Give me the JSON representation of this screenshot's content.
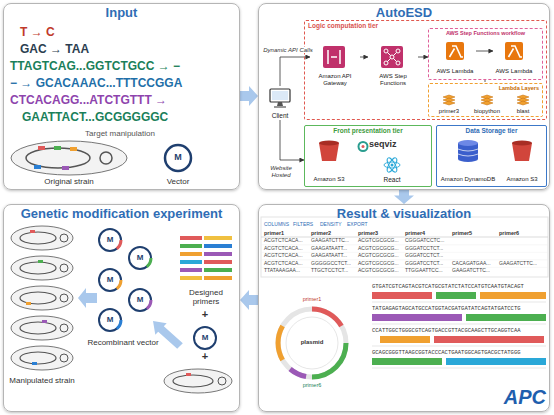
{
  "diagram": {
    "nodes": [
      {
        "text": [
          "Input"
        ]
      },
      {
        "text": [
          "AutoESD"
        ]
      },
      {
        "text": [
          "Result & visualization"
        ]
      },
      {
        "text": [
          "Genetic modification experiment"
        ]
      },
      {
        "text": [
          "Client"
        ],
        "in": 1
      },
      {
        "text": [
          "Logic computation tier"
        ],
        "in": 1
      },
      {
        "text": [
          "Amazon API Gateway"
        ],
        "in": 5
      },
      {
        "text": [
          "AWS Step Functions"
        ],
        "in": 5
      },
      {
        "text": [
          "AWS Step Functions workflow"
        ],
        "in": 5
      },
      {
        "text": [
          "AWS Lambda"
        ],
        "in": 8
      },
      {
        "text": [
          "AWS Lambda"
        ],
        "in": 8
      },
      {
        "text": [
          "Lambda Layers"
        ],
        "in": 5
      },
      {
        "text": [
          "primer3"
        ],
        "in": 11
      },
      {
        "text": [
          "biopython"
        ],
        "in": 11
      },
      {
        "text": [
          "blast"
        ],
        "in": 11
      },
      {
        "text": [
          "Front presentation tier"
        ],
        "in": 1
      },
      {
        "text": [
          "Amazon S3"
        ],
        "in": 15
      },
      {
        "text": [
          "seqviz"
        ],
        "in": 15
      },
      {
        "text": [
          "React"
        ],
        "in": 15
      },
      {
        "text": [
          "Data Storage tier"
        ],
        "in": 1
      },
      {
        "text": [
          "Amazon DynamoDB"
        ],
        "in": 19
      },
      {
        "text": [
          "Amazon S3"
        ],
        "in": 19
      }
    ],
    "edges": [
      {
        "from": 0,
        "to": 1,
        "arrow": "to"
      },
      {
        "from": 1,
        "to": 2,
        "arrow": "to"
      },
      {
        "from": 2,
        "to": 3,
        "arrow": "to"
      },
      {
        "from": 4,
        "to": 6,
        "label": "Dynamic API Calls",
        "arrow": "to"
      },
      {
        "from": 6,
        "to": 7,
        "arrow": "to"
      },
      {
        "from": 7,
        "to": 8,
        "arrow": "to"
      },
      {
        "from": 9,
        "to": 10,
        "arrow": "to"
      },
      {
        "from": 4,
        "to": 15,
        "label": "Website Hosted",
        "arrow": "to"
      },
      {
        "from": 8,
        "to": 11,
        "arrow": "none"
      }
    ],
    "labels": [
      "T → C",
      "GAC → TAA",
      "TTAGTCAG...GGTCTGCC → −",
      "− → GCACAAAC...TTTCCGGA",
      "CTCACAGG...ATCTGTTT →",
      "GAATTACT...GCGGGGGC",
      "Target manipulation",
      "Original strain",
      "M",
      "Vector",
      "Manipulated strain",
      "M",
      "M",
      "M",
      "M",
      "M",
      "Recombinant vector",
      "Designed primers",
      "+",
      "M",
      "+",
      "COLUMNS",
      "FILTERS",
      "DENSITY",
      "EXPORT",
      "primer1",
      "primer2",
      "primer3",
      "primer4",
      "primer5",
      "primer6",
      "ACGTCTCACA...",
      "GAAGATCTTC...",
      "ACGTCGCGCG...",
      "CGGGATCCTC...",
      "ACGTCTCACA...",
      "GAAGATAATT...",
      "ACGTCGCGCG...",
      "GGGATCCTCT...",
      "ACGTCTCACA...",
      "GAAGATAATT...",
      "ACGTCGCGCG...",
      "GGGATCCTCT...",
      "ACGTCTCACA...",
      "GGGGGCCTCT...",
      "ACGTCGCGCG...",
      "GGGATCCTCT...",
      "CACAGATGAA...",
      "GAAGATCTTC...",
      "TTATAAAGAA...",
      "TTGCTCCTCT...",
      "ACGTCGCGCG...",
      "TTGGAATTCC...",
      "GAAGATCTTC...",
      "GTGATCGTCAGTACGTCATGCGTATCTATCCATGTCAATGTACAGT",
      "TATGAGAGTAGCATGCCATGGTACGATGATATCAGTATGATCCTG",
      "CCATTGGCTGGGCGTCAGTGACCGTTACGCAAGCTTGCAGGTCAA",
      "GCAGCGGGTTAAGCGGTACCCACTGAATGGCAGTGACGCTATGGG",
      "plasmid",
      "primer1",
      "primer6",
      "APC"
    ]
  }
}
